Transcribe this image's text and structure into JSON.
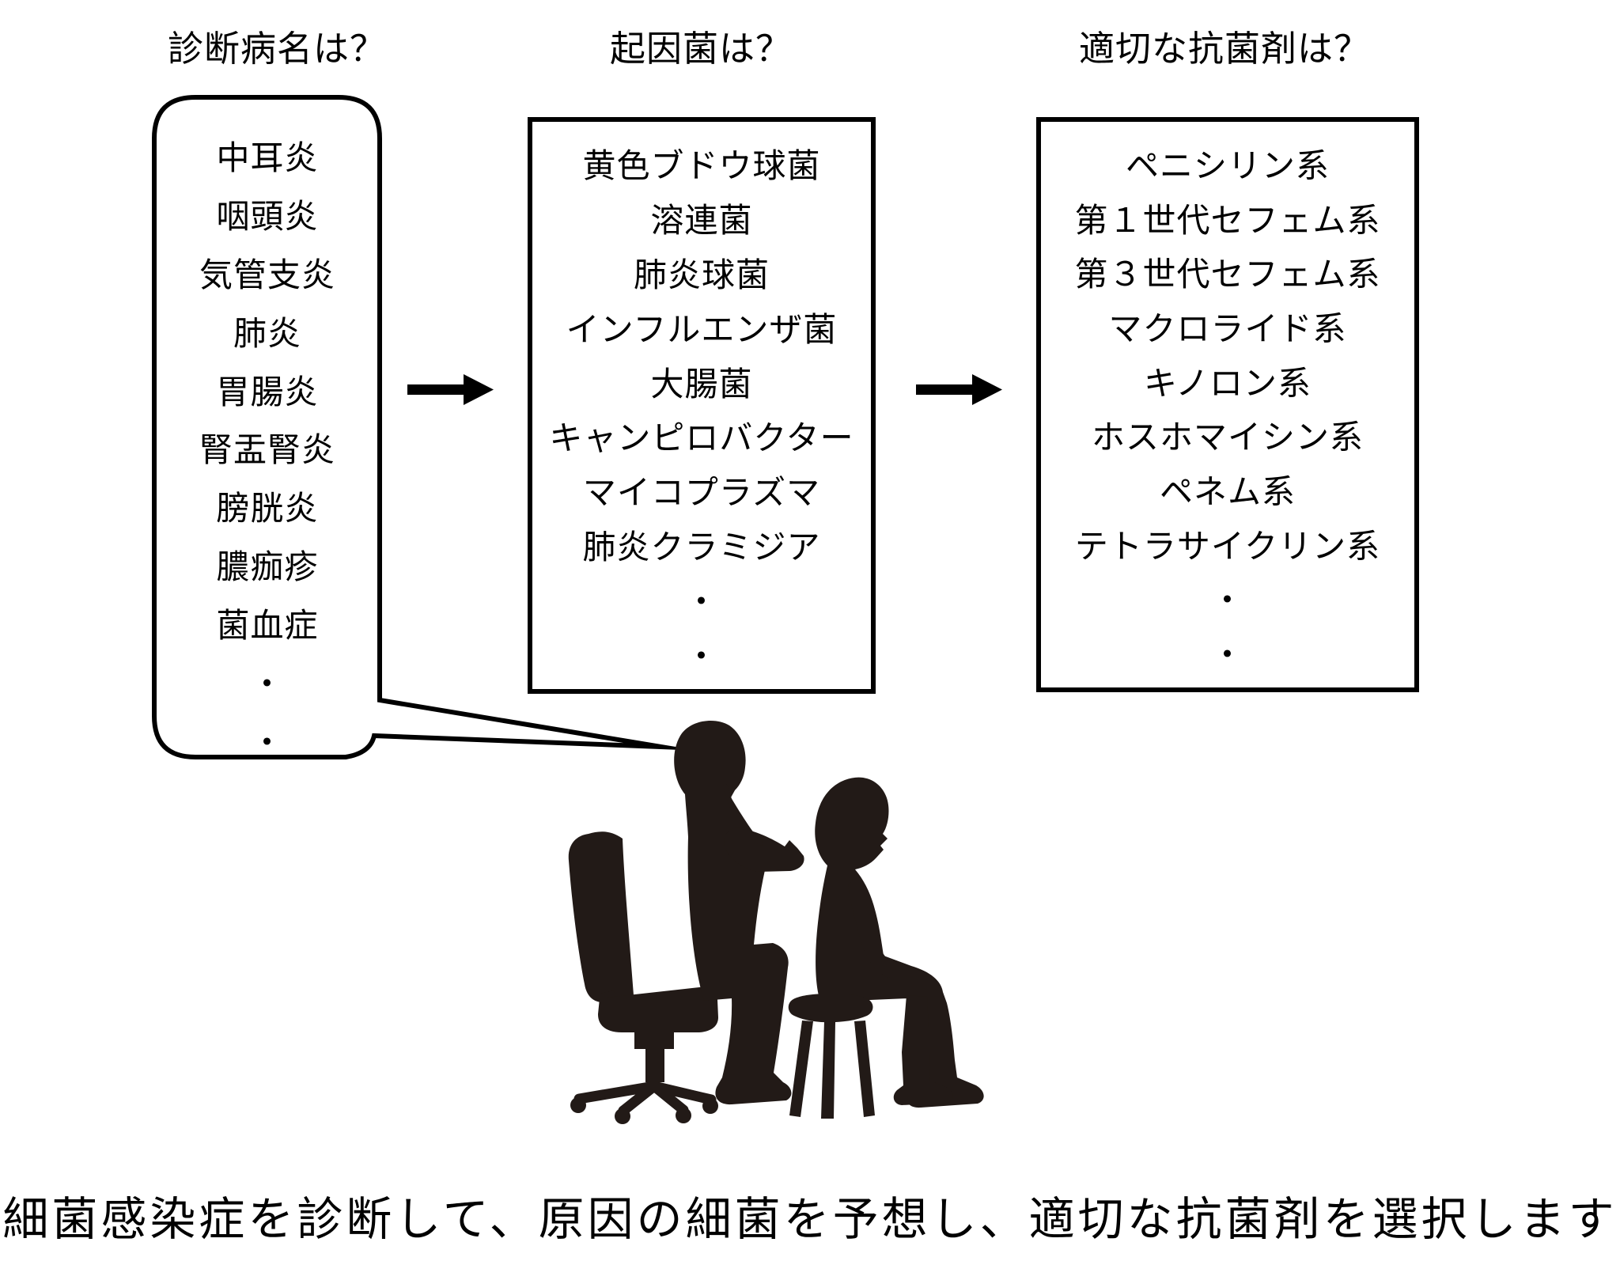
{
  "headers": {
    "diagnosis": "診断病名は？",
    "pathogen": "起因菌は？",
    "antibiotic": "適切な抗菌剤は？"
  },
  "diagnosis_bubble": {
    "items": [
      "中耳炎",
      "咽頭炎",
      "気管支炎",
      "肺炎",
      "胃腸炎",
      "腎盂腎炎",
      "膀胱炎",
      "膿痂疹",
      "菌血症",
      "・",
      "・"
    ]
  },
  "pathogen_box": {
    "items": [
      "黄色ブドウ球菌",
      "溶連菌",
      "肺炎球菌",
      "インフルエンザ菌",
      "大腸菌",
      "キャンピロバクター",
      "マイコプラズマ",
      "肺炎クラミジア",
      "・",
      "・"
    ]
  },
  "antibiotic_box": {
    "items": [
      "ペニシリン系",
      "第１世代セフェム系",
      "第３世代セフェム系",
      "マクロライド系",
      "キノロン系",
      "ホスホマイシン系",
      "ペネム系",
      "テトラサイクリン系",
      "・",
      "・"
    ]
  },
  "caption": "細菌感染症を診断して、原因の細菌を予想し、適切な抗菌剤を選択します",
  "icons": {
    "arrow_right": "black-right-arrow",
    "speech_bubble": "speech-bubble-with-tail",
    "silhouette": "doctor-examining-child-silhouette"
  },
  "colors": {
    "ink": "#000000",
    "silhouette": "#221a17",
    "background": "#ffffff"
  }
}
